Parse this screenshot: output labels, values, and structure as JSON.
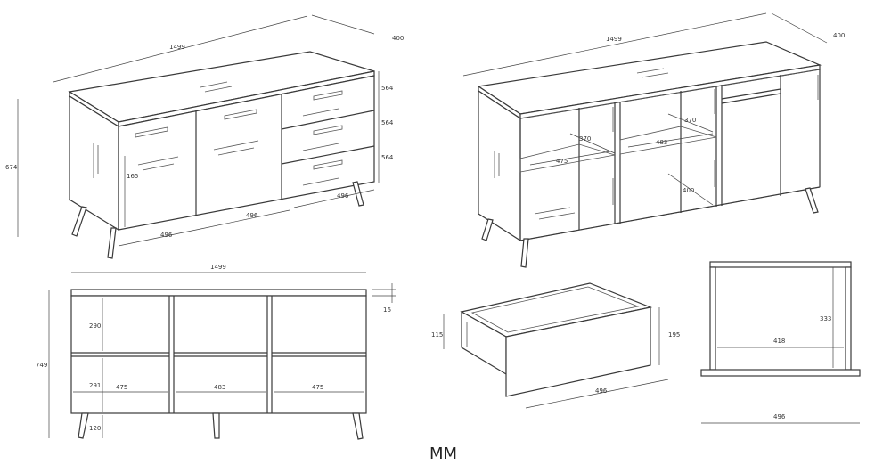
{
  "unit_label": "MM",
  "view1": {
    "width": "1499",
    "depth": "400",
    "height": "674",
    "drawer_h1": "564",
    "drawer_h2": "564",
    "drawer_h3": "564",
    "door_h": "165",
    "door_w1": "496",
    "door_w2": "496",
    "drawer_w": "496"
  },
  "view2": {
    "width": "1499",
    "depth": "400",
    "shelf_d1": "370",
    "shelf_d2": "370",
    "comp_w1": "475",
    "comp_w2": "483",
    "comp_d": "400"
  },
  "view3": {
    "width": "1499",
    "height": "749",
    "top_thk": "16",
    "h_upper": "290",
    "h_lower": "291",
    "leg_h": "120",
    "w_left": "475",
    "w_mid": "483",
    "w_right": "475"
  },
  "view4": {
    "h_side": "115",
    "h_front": "195",
    "w_front": "496"
  },
  "view5": {
    "h_inner": "333",
    "w_inner": "418",
    "w_total": "496"
  }
}
